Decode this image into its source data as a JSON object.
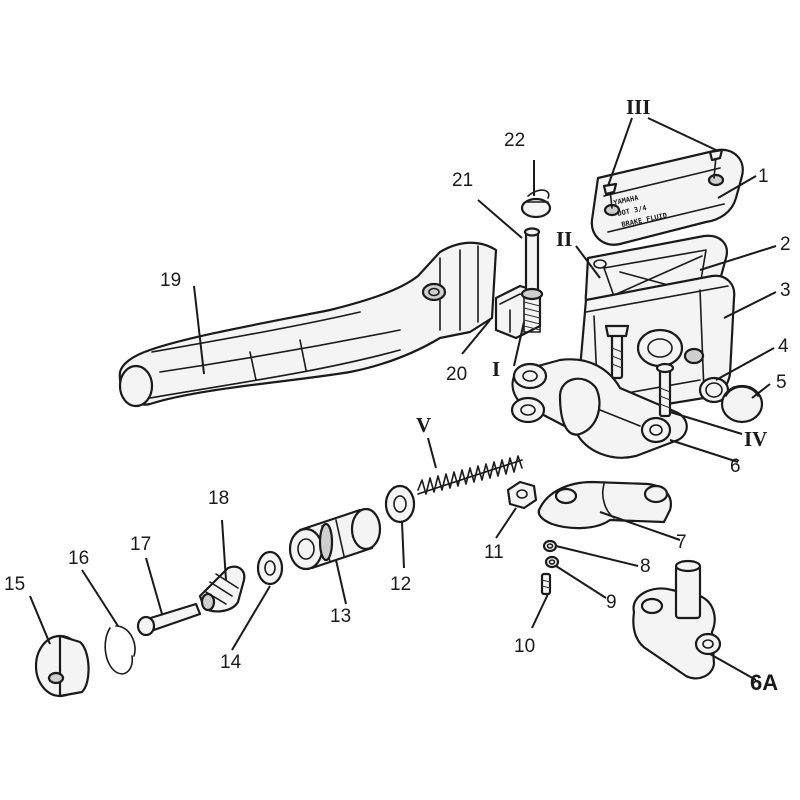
{
  "diagram": {
    "callouts": {
      "c1": "1",
      "c2": "2",
      "c3": "3",
      "c4": "4",
      "c5": "5",
      "c6": "6",
      "c6a": "6A",
      "c7": "7",
      "c8": "8",
      "c9": "9",
      "c10": "10",
      "c11": "11",
      "c12": "12",
      "c13": "13",
      "c14": "14",
      "c15": "15",
      "c16": "16",
      "c17": "17",
      "c18": "18",
      "c19": "19",
      "c20": "20",
      "c21": "21",
      "c22": "22"
    },
    "roman": {
      "r1": "I",
      "r2": "II",
      "r3": "III",
      "r4": "IV",
      "r5": "V"
    },
    "cap_text": {
      "line1": "YAMAHA",
      "line2": "DOT 3/4",
      "line3": "BRAKE FLUID"
    }
  }
}
